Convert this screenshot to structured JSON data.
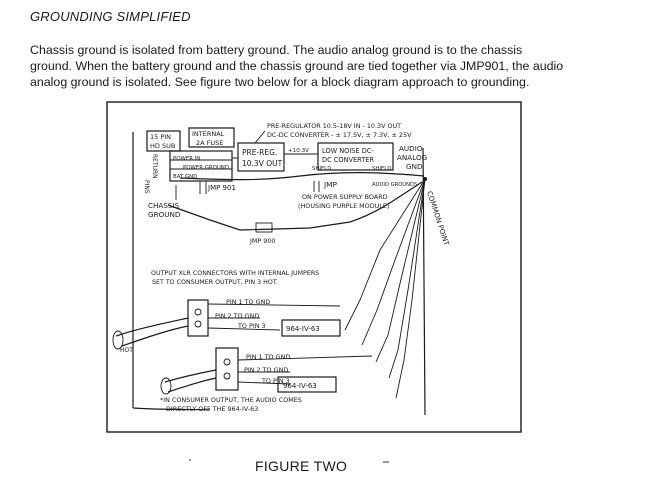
{
  "page": {
    "heading": "GROUNDING SIMPLIFIED",
    "intro_lines": [
      "Chassis ground is isolated from battery ground. The audio analog ground is to the chassis",
      "ground. When the battery ground and the chassis ground are tied together via JMP901, the audio",
      "analog ground is isolated. See figure two below for a block diagram approach to grounding."
    ],
    "figure_caption": "FIGURE TWO"
  },
  "diagram": {
    "labels": {
      "connector_line1": "15 PIN",
      "connector_line2": "HD SUB",
      "fuse_line1": "INTERNAL",
      "fuse_line2": "2A FUSE",
      "preregulator_note_line1": "PRE-REGULATOR 10.5-18V IN - 10.3V OUT",
      "preregulator_note_line2": "DC-DC CONVERTER - ± 17.5V, ± 7.3V, ± 25V",
      "prereg_block_line1": "PRE-REG.",
      "prereg_block_line2": "10.3V OUT",
      "prereg_out": "+10.3V",
      "dcdc_line1": "LOW NOISE DC-",
      "dcdc_line2": "DC CONVERTER",
      "shield_left": "SHIELD",
      "shield_right": "SHIELD",
      "audio_line1": "AUDIO",
      "audio_line2": "ANALOG",
      "audio_line3": "GND",
      "power_in": "POWER IN",
      "power_ground": "POWER GROUND",
      "battery_ground": "BAT GND",
      "return_pins_line1": "RETURN",
      "return_pins_line2": "PINS",
      "jmp901": "JMP 901",
      "chassis_line1": "CHASSIS",
      "chassis_line2": "GROUND",
      "jmp": "JMP",
      "audio_grounds": "AUDIO GROUNDS",
      "psu_note_line1": "ON POWER SUPPLY BOARD",
      "psu_note_line2": "(HOUSING PURPLE MODULE)",
      "common_point": "COMMON POINT",
      "jmp900": "JMP 900",
      "xlr_note_line1": "OUTPUT XLR CONNECTORS WITH INTERNAL JUMPERS",
      "xlr_note_line2": "SET TO CONSUMER OUTPUT, PIN 3 HOT.",
      "pin1_upper": "PIN 1 TO GND",
      "pin2_upper": "PIN 2 TO GND",
      "pin3_upper": "TO PIN 3",
      "module_upper": "964-IV-63",
      "hot_label": "HOT",
      "pin1_lower": "PIN 1 TO GND",
      "pin2_lower": "PIN 2 TO GND",
      "pin3_lower": "TO PIN 3",
      "module_lower": "964-IV-63",
      "footnote_line1": "*IN CONSUMER OUTPUT, THE AUDIO COMES",
      "footnote_line2": "DIRECTLY OFF THE 964-IV-63"
    }
  }
}
